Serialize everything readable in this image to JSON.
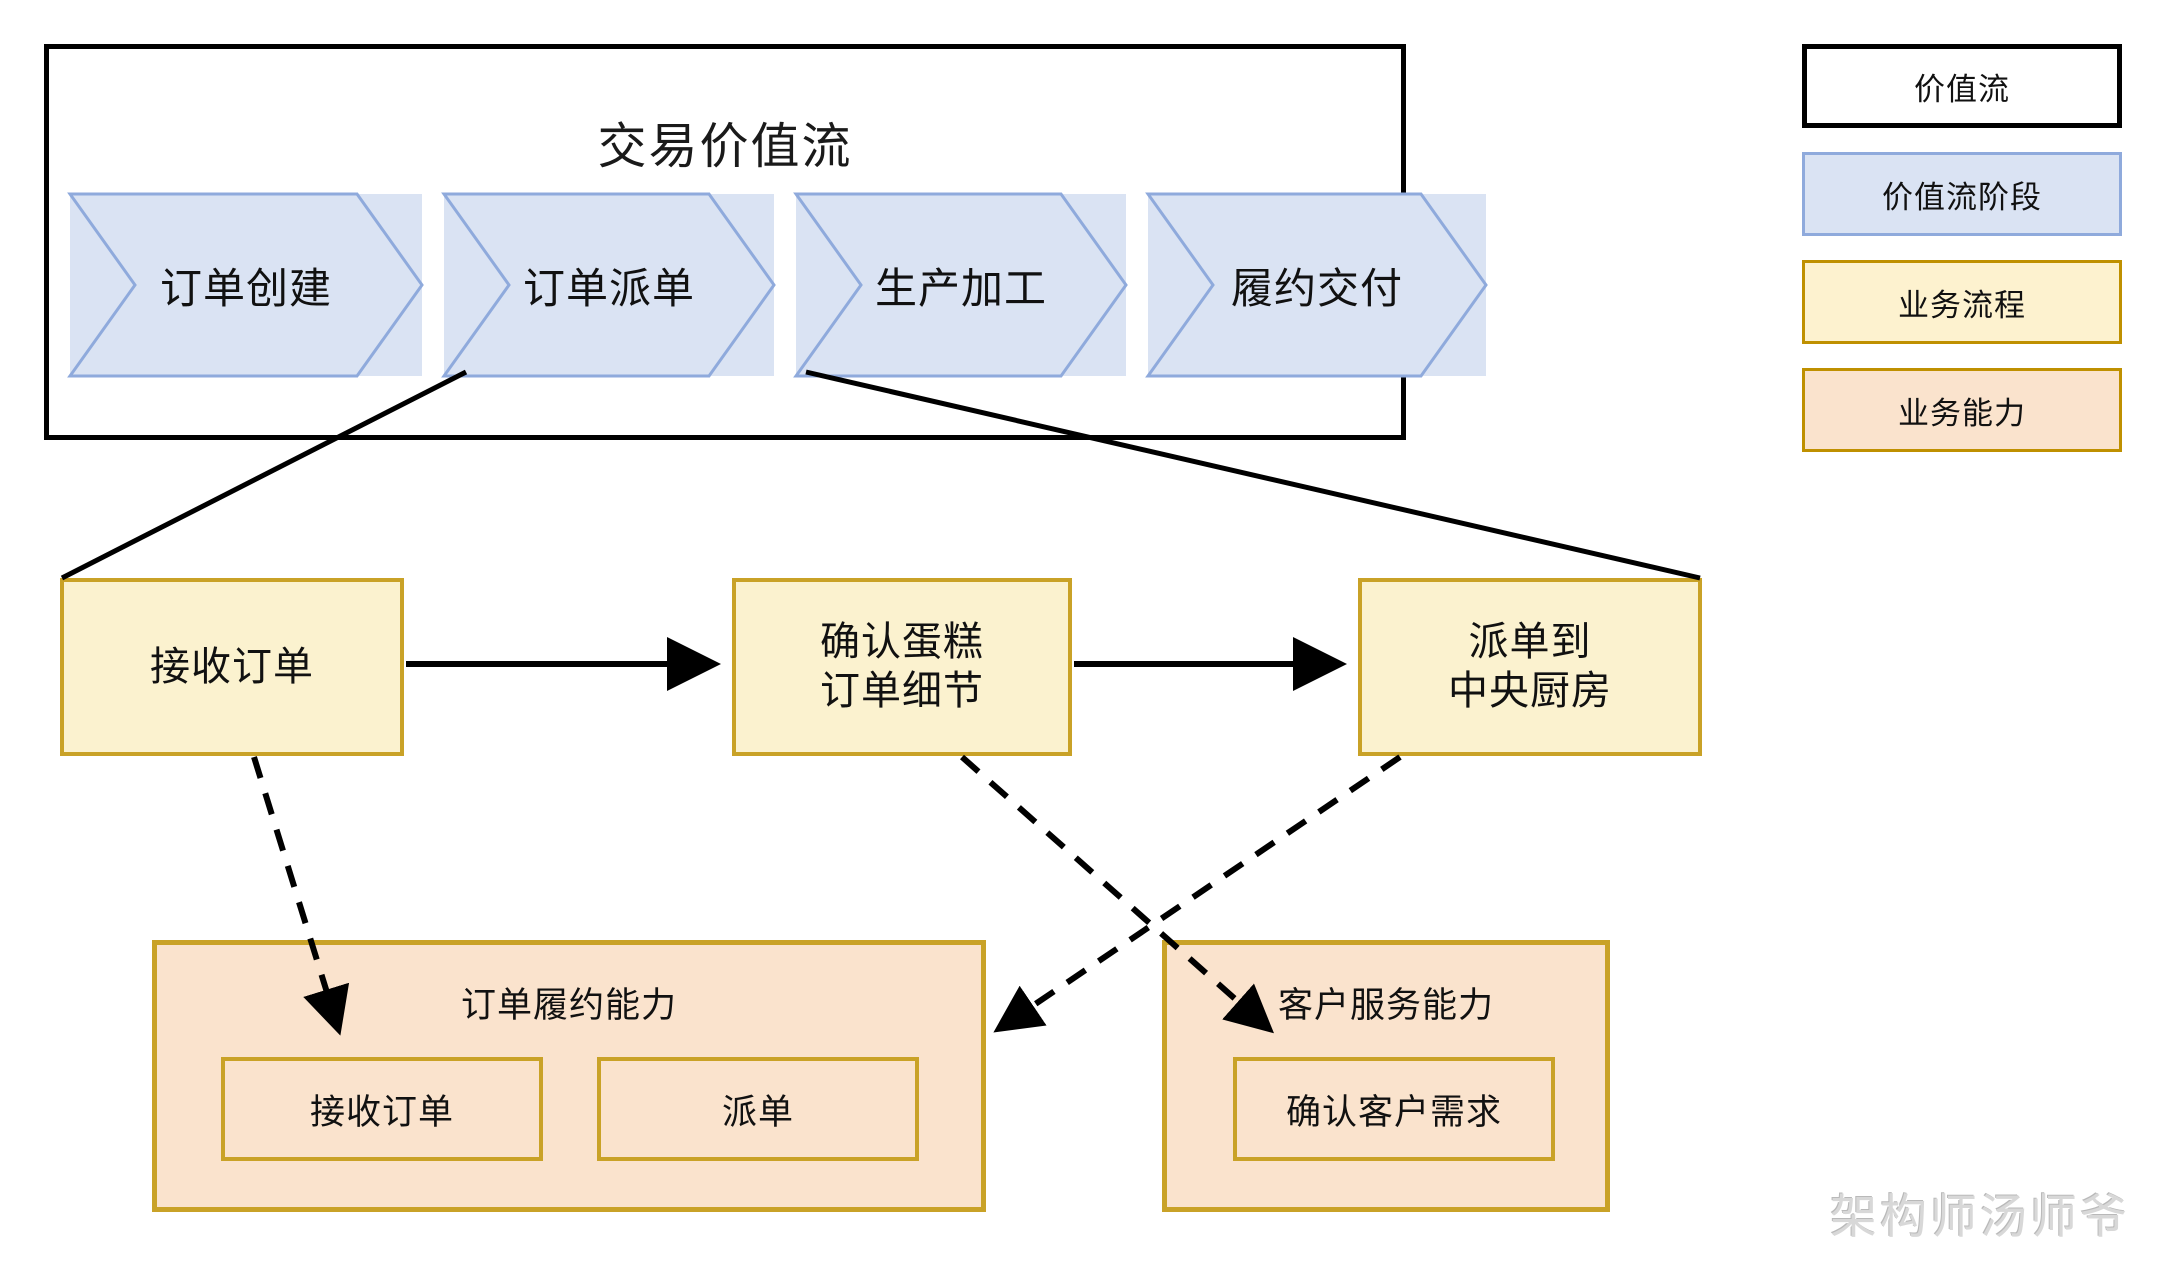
{
  "value_stream": {
    "title": "交易价值流",
    "stages": [
      {
        "label": "订单创建"
      },
      {
        "label": "订单派单"
      },
      {
        "label": "生产加工"
      },
      {
        "label": "履约交付"
      }
    ],
    "stage_fill": "#dae3f3",
    "stage_border": "#8faadc"
  },
  "legend": {
    "items": [
      {
        "label": "价值流",
        "fill": "#ffffff",
        "border": "#000000"
      },
      {
        "label": "价值流阶段",
        "fill": "#dae3f3",
        "border": "#8faadc"
      },
      {
        "label": "业务流程",
        "fill": "#fdf2cf",
        "border": "#bf9000"
      },
      {
        "label": "业务能力",
        "fill": "#fae3cd",
        "border": "#bf9000"
      }
    ]
  },
  "processes": [
    {
      "label": "接收订单"
    },
    {
      "label": "确认蛋糕\n订单细节",
      "line1": "确认蛋糕",
      "line2": "订单细节"
    },
    {
      "label": "派单到\n中央厨房",
      "line1": "派单到",
      "line2": "中央厨房"
    }
  ],
  "capabilities": [
    {
      "title": "订单履约能力",
      "items": [
        {
          "label": "接收订单"
        },
        {
          "label": "派单"
        }
      ]
    },
    {
      "title": "客户服务能力",
      "items": [
        {
          "label": "确认客户需求"
        }
      ]
    }
  ],
  "watermark": "架构师汤师爷",
  "colors": {
    "process_fill": "#fbf2cf",
    "process_border": "#c9a227",
    "capability_fill": "#fae3cd",
    "capability_border": "#c9a227",
    "connector": "#000000"
  }
}
